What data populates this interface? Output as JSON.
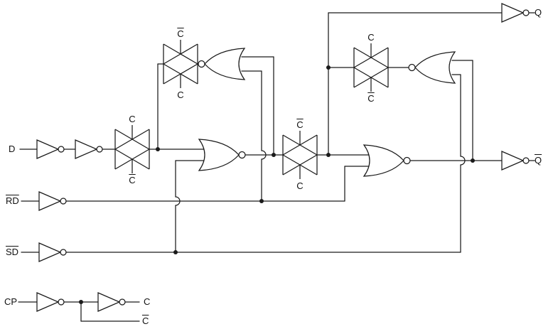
{
  "figure": {
    "type": "logic-circuit-diagram",
    "description": "D flip-flop built from inverters, NOR gates and transmission gates",
    "background": "#ffffff",
    "line_color": "#1a1a1a"
  },
  "labels": {
    "d": {
      "text": "D",
      "overline": false
    },
    "rd": {
      "text": "RD",
      "overline": true
    },
    "sd": {
      "text": "SD",
      "overline": true
    },
    "cp": {
      "text": "CP",
      "overline": false
    },
    "q": {
      "text": "Q",
      "overline": false
    },
    "qbar": {
      "text": "Q",
      "overline": true
    },
    "c_out": {
      "text": "C",
      "overline": false
    },
    "cbar_out": {
      "text": "C",
      "overline": true
    },
    "tg1_top": {
      "text": "C",
      "overline": true
    },
    "tg1_bottom": {
      "text": "C",
      "overline": false
    },
    "tg2_top": {
      "text": "C",
      "overline": false
    },
    "tg2_bottom": {
      "text": "C",
      "overline": true
    },
    "tg3_top": {
      "text": "C",
      "overline": true
    },
    "tg3_bottom": {
      "text": "C",
      "overline": false
    },
    "tg4_top": {
      "text": "C",
      "overline": false
    },
    "tg4_bottom": {
      "text": "C",
      "overline": true
    }
  }
}
